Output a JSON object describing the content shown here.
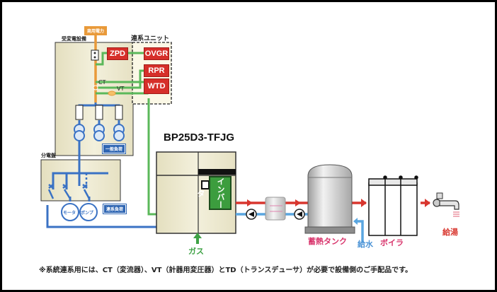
{
  "diagram": {
    "labels": {
      "commercial_power": "商用電力",
      "substation": "受変電設備",
      "grid_unit": "連系ユニット",
      "distribution_board": "分電盤",
      "general_load_1": "一般負荷",
      "general_load_2": "連系負荷",
      "ct": "CT",
      "vt": "VT",
      "model": "BP25D3-TFJG",
      "inverter": "インバータ",
      "gas": "ガス",
      "heat_storage_tank": "蓄熱タンク",
      "water_supply": "給水",
      "boiler": "ボイラ",
      "hot_water_supply": "給湯",
      "motor": "モータ",
      "pump": "ポンプ"
    },
    "relays": [
      "ZPD",
      "OVGR",
      "RPR",
      "WTD"
    ],
    "footnote": "※系統連系用には、CT（変流器）、VT（計器用変圧器）とTD（トランスデューサ）が必要で設備側のご手配品です。",
    "colors": {
      "power_line": "#e99a3a",
      "signal_line": "#5bb85a",
      "electric_line": "#3a72c4",
      "hot_water": "#d8362e",
      "cold_water": "#5aa6e0",
      "relay_red": "#d62f2a",
      "panel_beige": "#ece7cc"
    }
  }
}
